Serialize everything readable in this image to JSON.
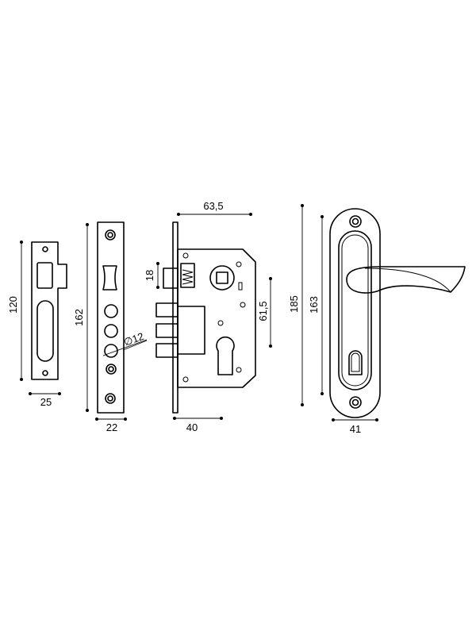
{
  "dimensions": {
    "strike_height": "120",
    "strike_width": "25",
    "faceplate_height": "162",
    "faceplate_width": "22",
    "hole_diameter": "∅12",
    "backset": "63,5",
    "latch_offset": "18",
    "case_width": "40",
    "cylinder_distance": "61,5",
    "handle_total": "185",
    "handle_spacing": "163",
    "handle_width": "41"
  }
}
